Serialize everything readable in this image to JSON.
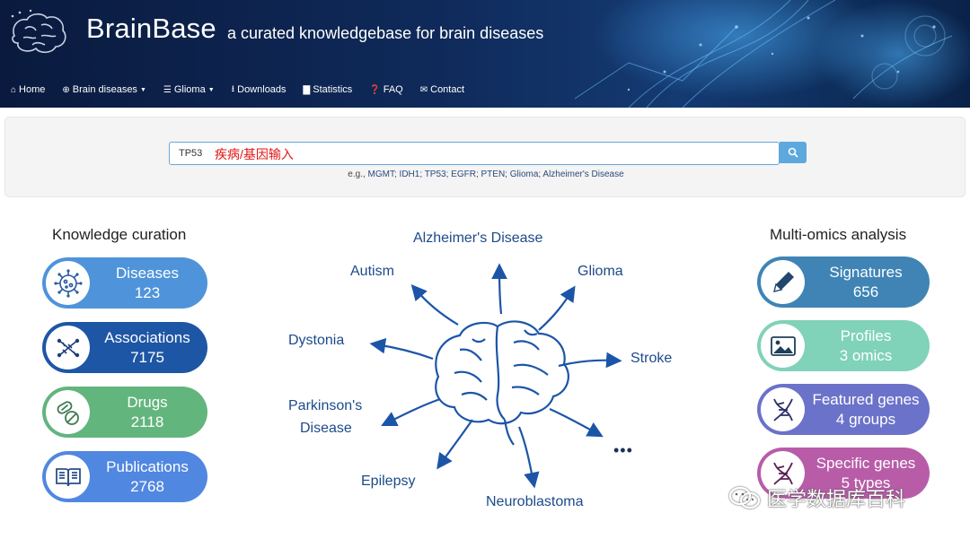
{
  "header": {
    "title": "BrainBase",
    "subtitle": "a curated knowledgebase for brain diseases"
  },
  "nav": [
    {
      "label": "Home",
      "icon": "home-icon"
    },
    {
      "label": "Brain diseases",
      "icon": "plus-circle-icon",
      "dropdown": true
    },
    {
      "label": "Glioma",
      "icon": "list-icon",
      "dropdown": true
    },
    {
      "label": "Downloads",
      "icon": "download-icon"
    },
    {
      "label": "Statistics",
      "icon": "bar-chart-icon"
    },
    {
      "label": "FAQ",
      "icon": "question-icon"
    },
    {
      "label": "Contact",
      "icon": "envelope-icon"
    }
  ],
  "search": {
    "value": "TP53",
    "overlay_text": "疾病/基因输入",
    "examples_prefix": "e.g., ",
    "examples": "MGMT; IDH1; TP53; EGFR; PTEN; Glioma; Alzheimer's Disease"
  },
  "knowledge": {
    "title": "Knowledge curation",
    "items": [
      {
        "label": "Diseases",
        "value": "123",
        "color": "#4a90d9",
        "icon": "virus-icon"
      },
      {
        "label": "Associations",
        "value": "7175",
        "color": "#1f56a8",
        "icon": "network-icon"
      },
      {
        "label": "Drugs",
        "value": "2118",
        "color": "#5fb37a",
        "icon": "pills-icon"
      },
      {
        "label": "Publications",
        "value": "2768",
        "color": "#4f86e0",
        "icon": "book-icon"
      }
    ]
  },
  "multiomics": {
    "title": "Multi-omics analysis",
    "items": [
      {
        "label": "Signatures",
        "value": "656",
        "color": "#3f84b4",
        "icon": "pencil-icon"
      },
      {
        "label": "Profiles",
        "value": "3 omics",
        "color": "#7fd1b7",
        "icon": "image-icon"
      },
      {
        "label": "Featured genes",
        "value": "4 groups",
        "color": "#6a72c9",
        "icon": "dna-icon"
      },
      {
        "label": "Specific genes",
        "value": "5 types",
        "color": "#b95ba8",
        "icon": "dna-icon"
      }
    ]
  },
  "diagram": {
    "diseases": [
      "Alzheimer's Disease",
      "Autism",
      "Glioma",
      "Dystonia",
      "Stroke",
      "Parkinson's",
      "Disease",
      "Epilepsy",
      "Neuroblastoma"
    ],
    "more": "•••"
  },
  "watermark": {
    "text": "医学数据库百科"
  }
}
